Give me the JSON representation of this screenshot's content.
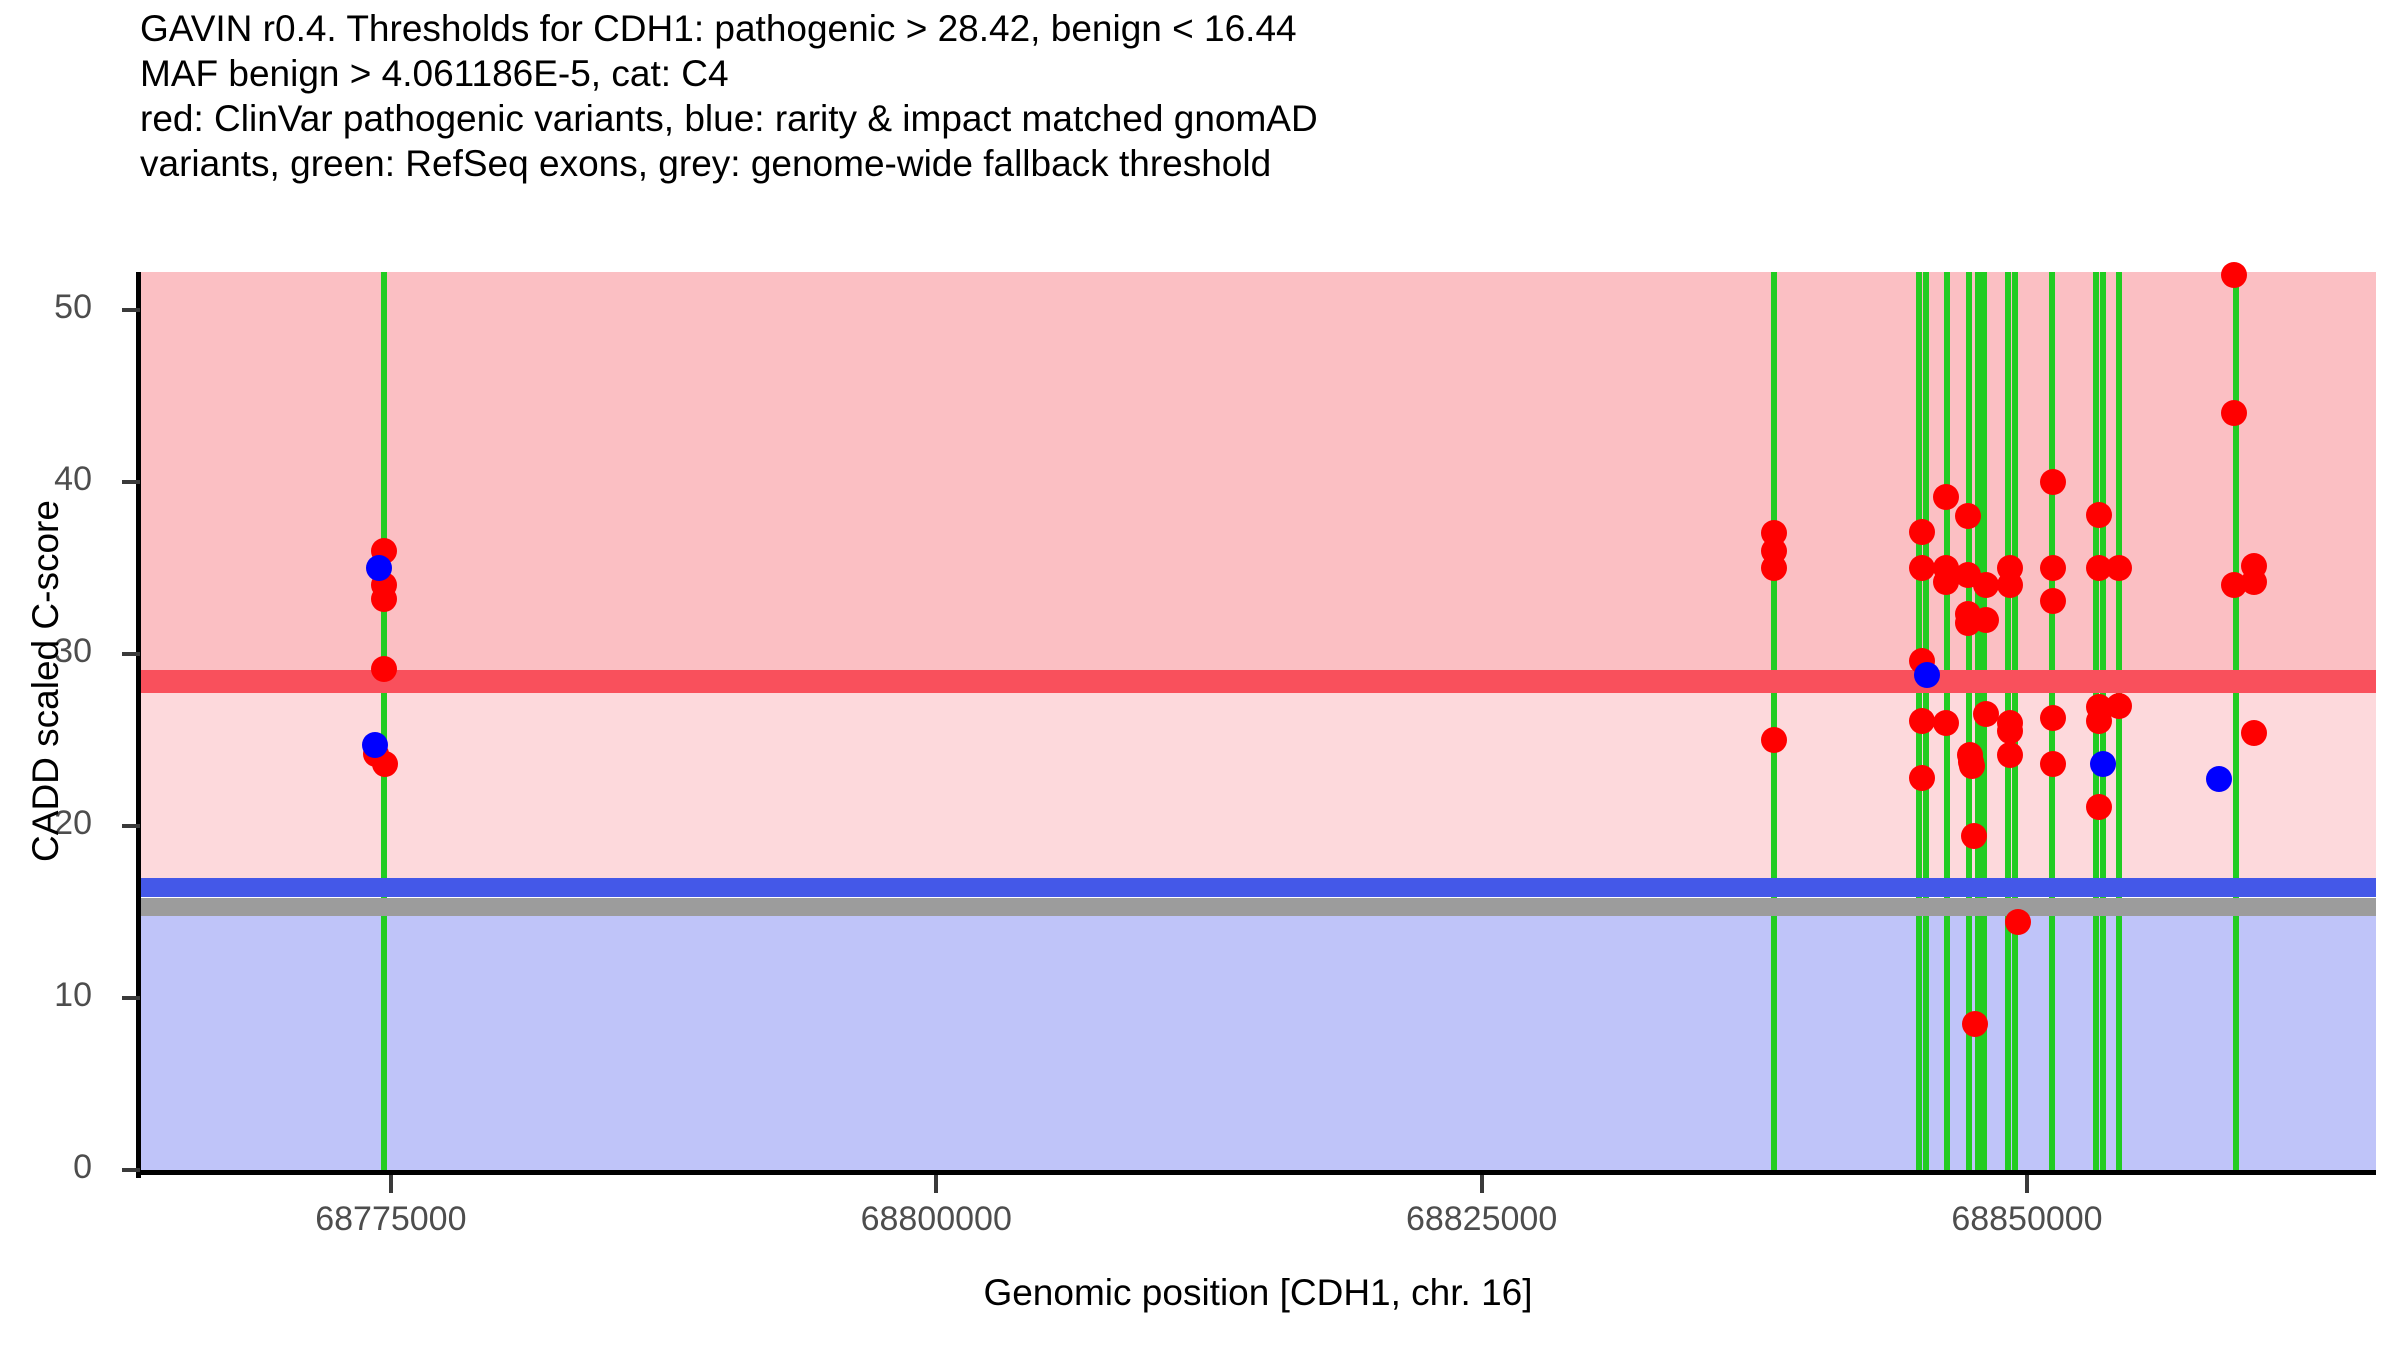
{
  "title": {
    "line1": "GAVIN r0.4. Thresholds for CDH1: pathogenic > 28.42, benign < 16.44",
    "line2": "MAF benign > 4.061186E-5, cat: C4",
    "line3": "red: ClinVar pathogenic variants, blue: rarity & impact matched gnomAD",
    "line4": "variants, green: RefSeq exons, grey: genome-wide fallback threshold"
  },
  "axes": {
    "x_title": "Genomic position [CDH1, chr. 16]",
    "y_title": "CADD scaled C-score",
    "x_ticks": [
      "68775000",
      "68800000",
      "68825000",
      "68850000"
    ],
    "y_ticks": [
      "0",
      "10",
      "20",
      "30",
      "40",
      "50"
    ]
  },
  "colors": {
    "pathogenic_zone": "#FBBFC3",
    "vus_zone": "#FDD9DC",
    "benign_zone": "#BFC4F9",
    "pathogenic_threshold_line": "#F9505C",
    "benign_threshold_line": "#4458E8",
    "fallback_threshold_line": "#9C9C9C",
    "exon": "#22CC22",
    "clinvar_point": "#FF0000",
    "gnomad_point": "#0000FF"
  },
  "chart_data": {
    "type": "scatter",
    "title": "GAVIN r0.4. Thresholds for CDH1: pathogenic > 28.42, benign < 16.44",
    "xlabel": "Genomic position [CDH1, chr. 16]",
    "ylabel": "CADD scaled C-score",
    "gene": "CDH1",
    "chromosome": "16",
    "gavin_release": "r0.4",
    "calibration_category": "C4",
    "maf_benign_threshold": "4.061186E-5",
    "pathogenic_threshold": 28.42,
    "benign_threshold": 16.44,
    "genome_wide_fallback_threshold": 15.3,
    "xlim": [
      68763500,
      68866000
    ],
    "ylim": [
      0,
      52.2
    ],
    "grid": false,
    "legend": "none",
    "series": [
      {
        "name": "ClinVar pathogenic variants",
        "color": "#FF0000",
        "points": [
          [
            68774700,
            36.0
          ],
          [
            68774700,
            34.0
          ],
          [
            68774700,
            33.2
          ],
          [
            68774700,
            29.1
          ],
          [
            68774300,
            24.2
          ],
          [
            68774750,
            23.6
          ],
          [
            68838400,
            37.0
          ],
          [
            68838400,
            36.0
          ],
          [
            68838400,
            35.0
          ],
          [
            68838400,
            25.0
          ],
          [
            68845200,
            37.1
          ],
          [
            68845200,
            35.0
          ],
          [
            68845200,
            29.6
          ],
          [
            68845200,
            26.1
          ],
          [
            68845200,
            22.8
          ],
          [
            68846300,
            39.1
          ],
          [
            68846300,
            35.0
          ],
          [
            68846300,
            34.2
          ],
          [
            68846300,
            26.0
          ],
          [
            68847300,
            38.0
          ],
          [
            68847300,
            34.6
          ],
          [
            68847300,
            32.3
          ],
          [
            68847300,
            31.8
          ],
          [
            68847400,
            24.1
          ],
          [
            68847450,
            23.7
          ],
          [
            68847500,
            23.5
          ],
          [
            68847550,
            19.4
          ],
          [
            68847600,
            8.5
          ],
          [
            68848100,
            34.0
          ],
          [
            68848100,
            32.0
          ],
          [
            68848100,
            26.5
          ],
          [
            68849200,
            35.0
          ],
          [
            68849200,
            34.0
          ],
          [
            68849200,
            26.0
          ],
          [
            68849200,
            25.5
          ],
          [
            68849200,
            24.1
          ],
          [
            68849600,
            14.4
          ],
          [
            68851200,
            40.0
          ],
          [
            68851200,
            35.0
          ],
          [
            68851200,
            33.1
          ],
          [
            68851200,
            26.3
          ],
          [
            68851200,
            23.6
          ],
          [
            68853300,
            38.1
          ],
          [
            68853300,
            35.0
          ],
          [
            68853300,
            26.9
          ],
          [
            68853300,
            26.1
          ],
          [
            68853300,
            21.1
          ],
          [
            68854200,
            35.0
          ],
          [
            68854200,
            27.0
          ],
          [
            68859500,
            52.0
          ],
          [
            68859500,
            44.0
          ],
          [
            68859500,
            34.0
          ],
          [
            68860400,
            35.1
          ],
          [
            68860400,
            34.2
          ],
          [
            68860400,
            25.4
          ]
        ]
      },
      {
        "name": "rarity & impact matched gnomAD variants",
        "color": "#0000FF",
        "points": [
          [
            68774450,
            35.0
          ],
          [
            68774250,
            24.7
          ],
          [
            68845400,
            28.8
          ],
          [
            68853500,
            23.6
          ],
          [
            68858800,
            22.7
          ]
        ]
      }
    ],
    "exons": {
      "name": "RefSeq exons",
      "color": "#22CC22",
      "positions": [
        68774700,
        68838400,
        68845050,
        68845350,
        68846350,
        68847350,
        68847750,
        68848050,
        68849150,
        68849450,
        68851150,
        68853150,
        68853500,
        68854200,
        68859600
      ]
    },
    "threshold_lines": [
      {
        "name": "pathogenic",
        "value": 28.42,
        "color": "#F9505C"
      },
      {
        "name": "benign",
        "value": 16.44,
        "color": "#4458E8"
      },
      {
        "name": "genome-wide fallback",
        "value": 15.3,
        "color": "#9C9C9C"
      }
    ],
    "zones": [
      {
        "name": "pathogenic zone",
        "from": 28.42,
        "to": 52.2,
        "color": "#FBBFC3"
      },
      {
        "name": "VUS zone",
        "from": 16.44,
        "to": 28.42,
        "color": "#FDD9DC"
      },
      {
        "name": "benign zone",
        "from": 0,
        "to": 15.3,
        "color": "#BFC4F9"
      }
    ]
  }
}
